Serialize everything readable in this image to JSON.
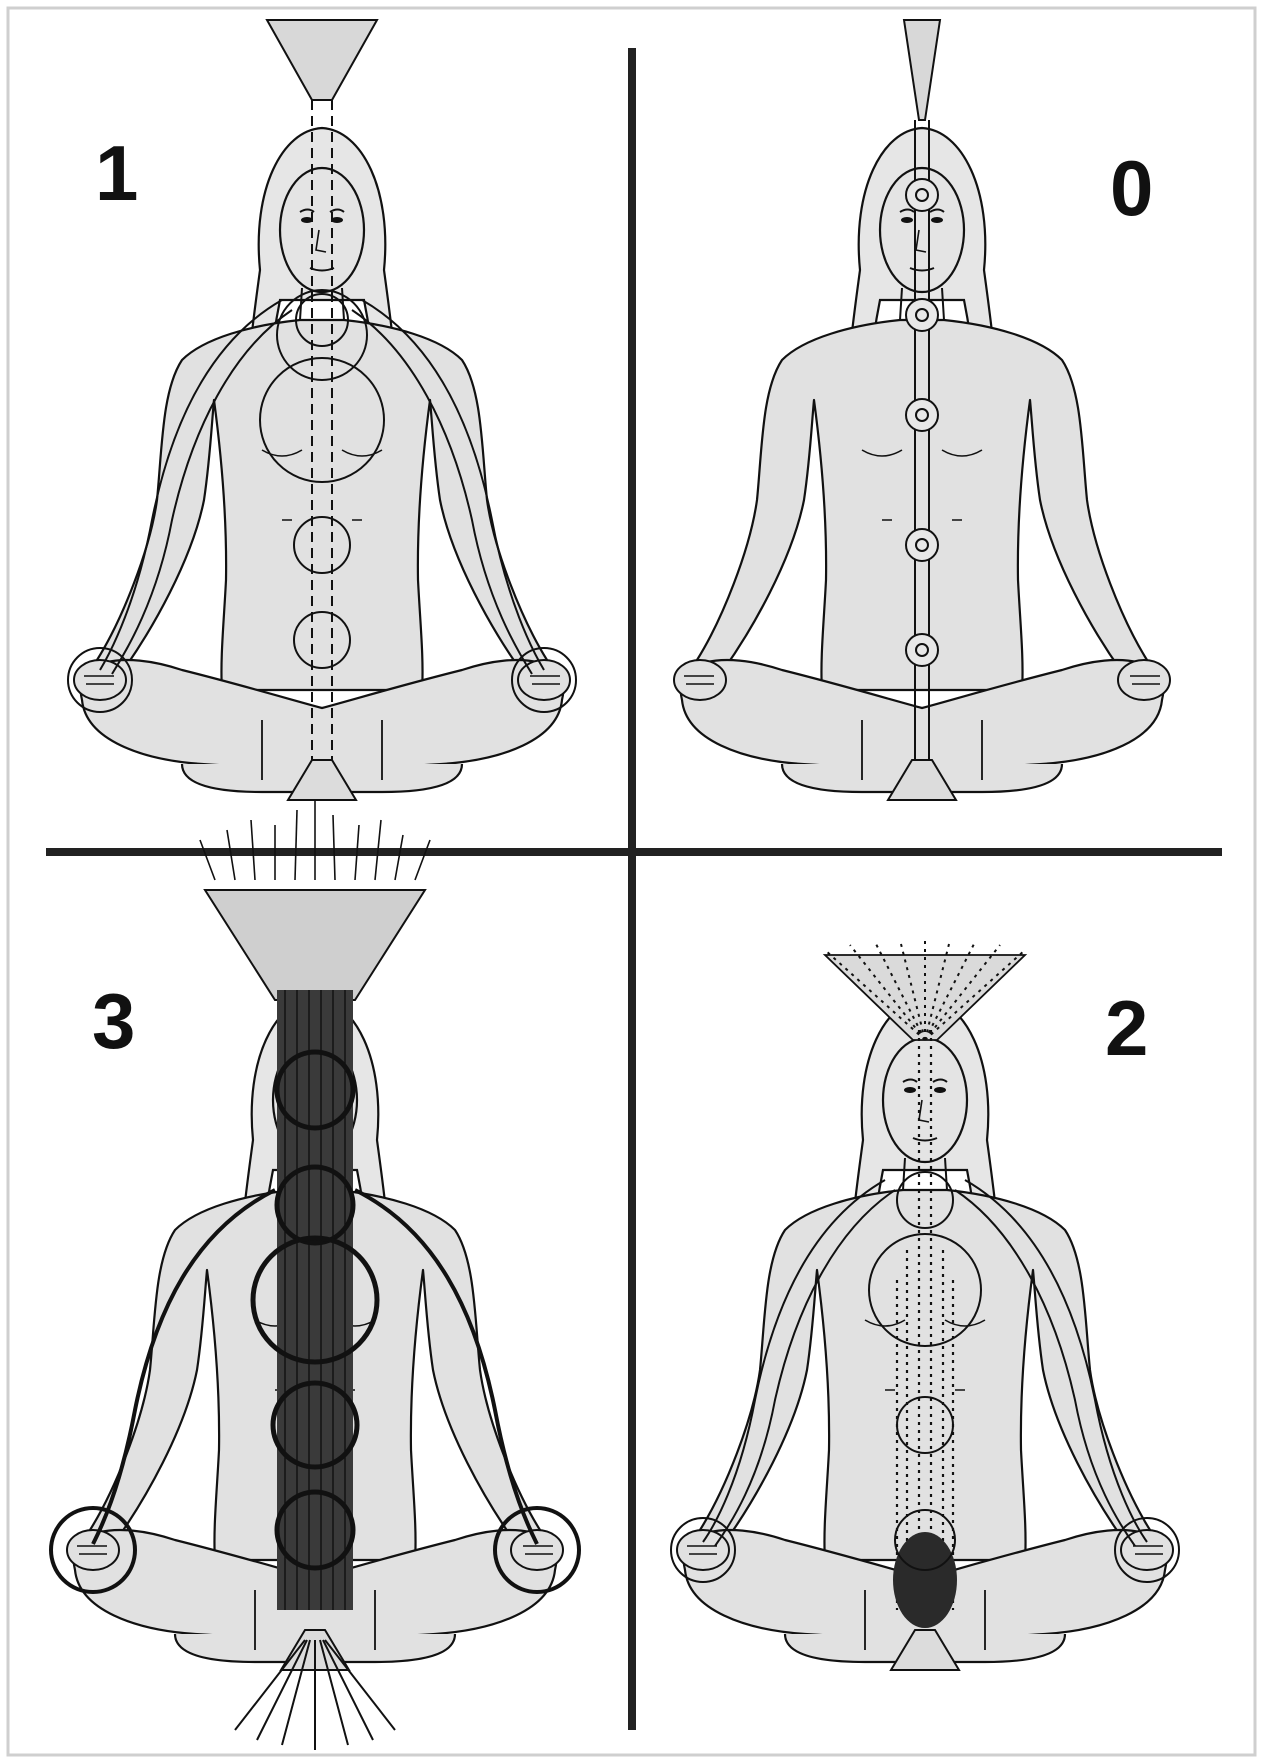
{
  "panels": [
    {
      "id": "top-left",
      "label": "1",
      "variant": "faint-channel"
    },
    {
      "id": "top-right",
      "label": "0",
      "variant": "five-rings"
    },
    {
      "id": "bottom-left",
      "label": "3",
      "variant": "full-flow"
    },
    {
      "id": "bottom-right",
      "label": "2",
      "variant": "rising-flow"
    }
  ],
  "colors": {
    "ink": "#111111",
    "skin": "#e1e1e1",
    "frame": "#cfcfcf",
    "background": "#ffffff"
  },
  "icons": [
    "meditating-figure-icon",
    "chakra-ring-icon",
    "crown-funnel-icon",
    "base-funnel-icon"
  ]
}
